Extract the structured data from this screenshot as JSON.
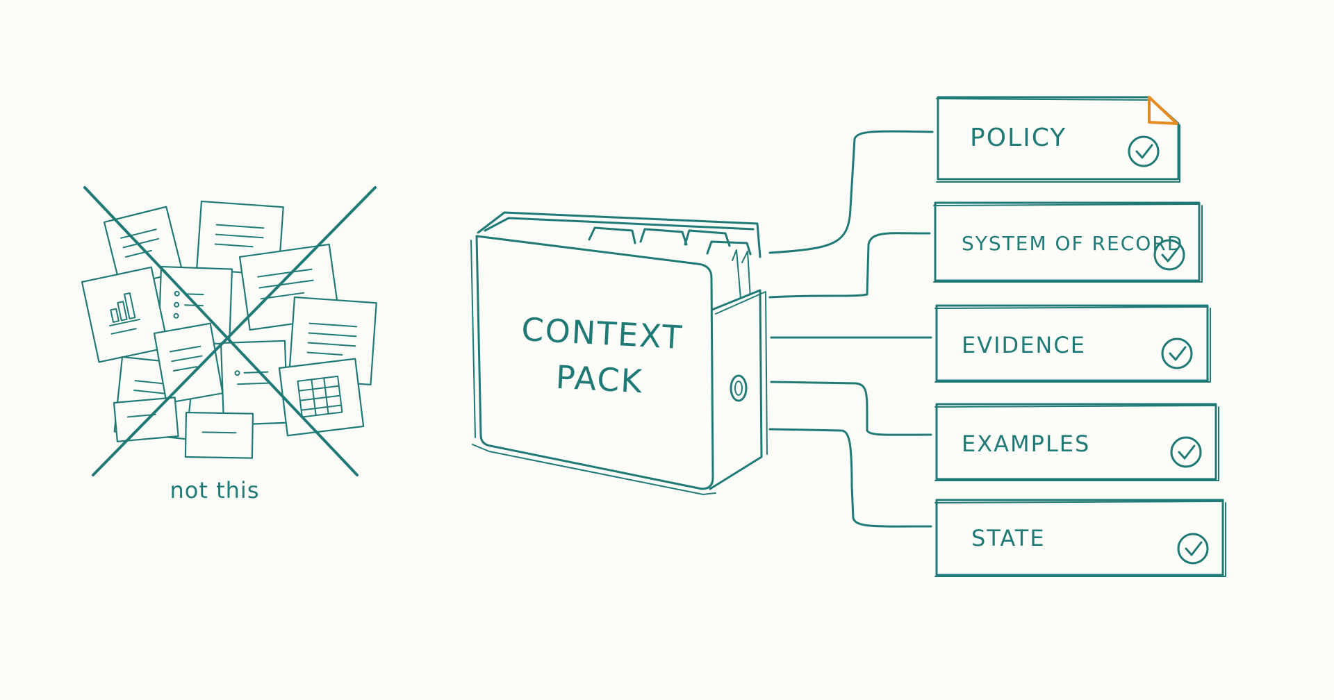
{
  "diagram": {
    "left_caption": "not this",
    "center_label_line1": "CONTEXT",
    "center_label_line2": "PACK",
    "items": [
      {
        "label": "POLICY",
        "icon": "check-circle-icon",
        "accent": "#e58b1f"
      },
      {
        "label": "SYSTEM OF RECORD",
        "icon": "check-circle-icon"
      },
      {
        "label": "EVIDENCE",
        "icon": "check-circle-icon"
      },
      {
        "label": "EXAMPLES",
        "icon": "check-circle-icon"
      },
      {
        "label": "STATE",
        "icon": "check-circle-icon"
      }
    ],
    "colors": {
      "ink": "#1f7a76",
      "background": "#fbfbf7",
      "accent": "#e58b1f"
    }
  }
}
